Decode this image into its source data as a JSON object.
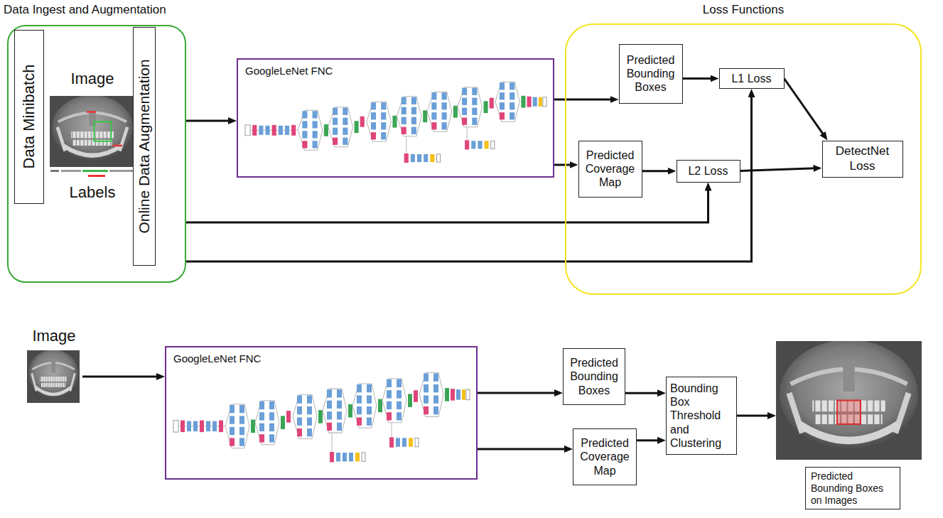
{
  "diagram": {
    "nodes": [
      {
        "text": [
          "Data Ingest and Augmentation"
        ]
      },
      {
        "text": [
          "Data Minibatch"
        ],
        "in": 0
      },
      {
        "text": [
          "Image",
          "Labels"
        ],
        "in": 0
      },
      {
        "text": [
          "Online Data Augmentation"
        ],
        "in": 0
      },
      {
        "text": [
          "GoogleLeNet FNC"
        ]
      },
      {
        "text": [
          "Loss Functions"
        ]
      },
      {
        "text": [
          "Predicted Bounding Boxes"
        ],
        "in": 5
      },
      {
        "text": [
          "L1 Loss"
        ],
        "in": 5
      },
      {
        "text": [
          "Predicted Coverage Map"
        ],
        "in": 5
      },
      {
        "text": [
          "L2 Loss"
        ],
        "in": 5
      },
      {
        "text": [
          "DetectNet Loss"
        ],
        "in": 5
      },
      {
        "text": [
          "Image"
        ]
      },
      {
        "text": [
          "GoogleLeNet FNC"
        ]
      },
      {
        "text": [
          "Predicted Bounding Boxes"
        ]
      },
      {
        "text": [
          "Predicted Coverage Map"
        ]
      },
      {
        "text": [
          "Bounding Box Threshold and Clustering"
        ]
      },
      {
        "text": [
          "Predicted Bounding Boxes on Images"
        ]
      }
    ],
    "edges": [
      {
        "from": 0,
        "to": 4,
        "arrow": "to"
      },
      {
        "from": 4,
        "to": 6,
        "arrow": "to"
      },
      {
        "from": 4,
        "to": 8,
        "arrow": "to"
      },
      {
        "from": 6,
        "to": 7,
        "arrow": "to"
      },
      {
        "from": 8,
        "to": 9,
        "arrow": "to"
      },
      {
        "from": 0,
        "to": 9,
        "arrow": "to"
      },
      {
        "from": 0,
        "to": 7,
        "arrow": "to"
      },
      {
        "from": 7,
        "to": 10,
        "arrow": "to"
      },
      {
        "from": 9,
        "to": 10,
        "arrow": "to"
      },
      {
        "from": 11,
        "to": 12,
        "arrow": "to"
      },
      {
        "from": 12,
        "to": 13,
        "arrow": "to"
      },
      {
        "from": 12,
        "to": 14,
        "arrow": "to"
      },
      {
        "from": 13,
        "to": 15,
        "arrow": "to"
      },
      {
        "from": 14,
        "to": 15,
        "arrow": "to"
      },
      {
        "from": 15,
        "to": 16,
        "arrow": "to"
      }
    ]
  }
}
